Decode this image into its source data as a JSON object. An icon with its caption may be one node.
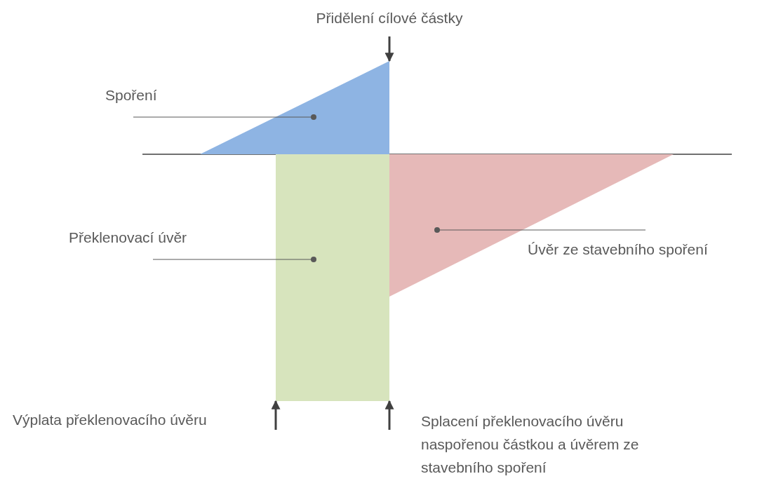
{
  "diagram": {
    "nodes": [
      {
        "text": [
          "Přidělení cílové částky"
        ]
      },
      {
        "text": [
          "Spoření"
        ]
      },
      {
        "text": [],
        "shape": "triangle"
      },
      {
        "text": [
          "Překlenovací úvěr"
        ]
      },
      {
        "text": [],
        "shape": "box"
      },
      {
        "text": [],
        "shape": "triangle"
      },
      {
        "text": [
          "Úvěr ze stavebního spoření"
        ]
      }
    ],
    "labels": [
      "Výplata překlenovacího úvěru",
      "Splacení překlenovacího úvěru naspořenou částkou a úvěrem ze stavebního spoření"
    ],
    "edges": [
      {
        "from": 0,
        "to": 2,
        "arrow": "to",
        "style": "thick"
      },
      {
        "from": 1,
        "to": 2,
        "arrow": "other"
      },
      {
        "from": 3,
        "to": 4,
        "arrow": "other"
      },
      {
        "from": 6,
        "to": 5,
        "arrow": "other"
      },
      {
        "from": null,
        "to": 4,
        "arrow": "to",
        "style": "thick"
      },
      {
        "from": null,
        "to": 4,
        "arrow": "to",
        "style": "thick"
      }
    ]
  }
}
